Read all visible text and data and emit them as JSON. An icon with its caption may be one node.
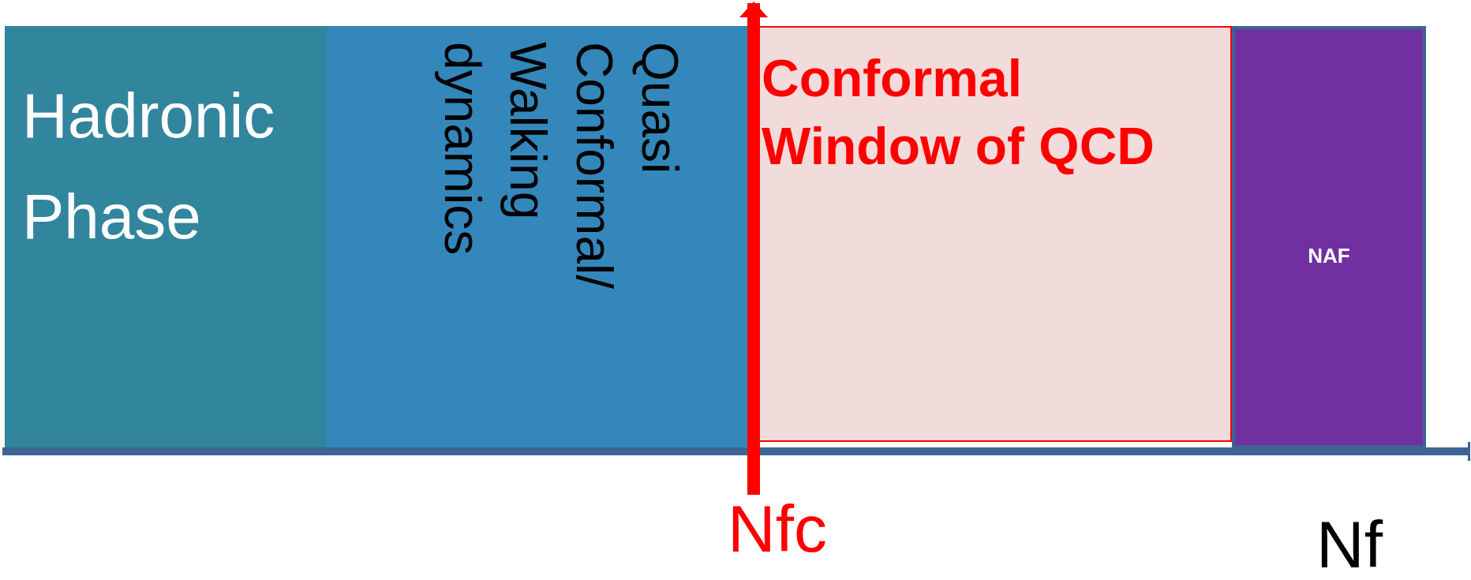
{
  "diagram": {
    "nodes": [
      {
        "text": [
          "Hadronic Phase"
        ]
      },
      {
        "text": [
          "Quasi Conformal/ Walking dynamics"
        ]
      },
      {
        "text": [
          "Conformal Window of QCD"
        ]
      },
      {
        "text": [
          "NAF"
        ]
      }
    ],
    "labels": [
      "Nfc",
      "Nf"
    ]
  }
}
